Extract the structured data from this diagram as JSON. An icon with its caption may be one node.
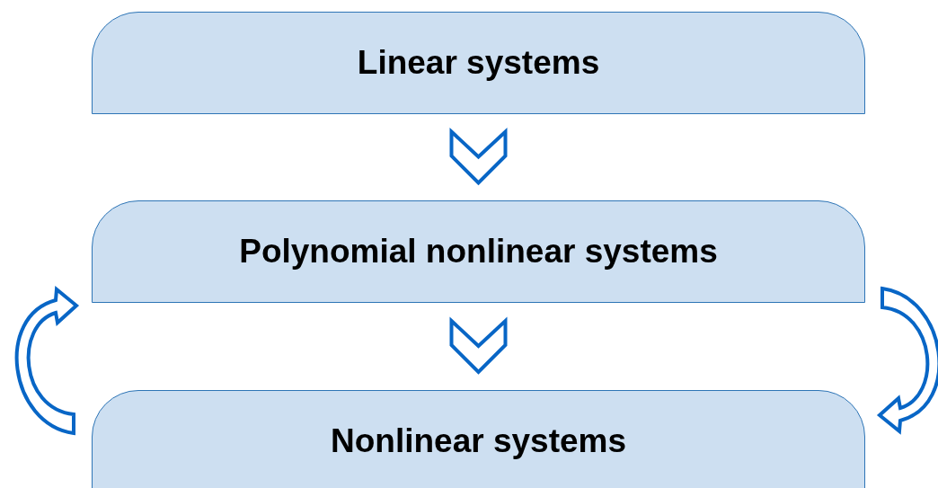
{
  "diagram": {
    "nodes": [
      {
        "text": [
          "Linear systems"
        ]
      },
      {
        "text": [
          "Polynomial nonlinear systems"
        ]
      },
      {
        "text": [
          "Nonlinear systems"
        ]
      }
    ],
    "edges": [
      {
        "from": 0,
        "to": 1,
        "arrow": "to"
      },
      {
        "from": 1,
        "to": 2,
        "arrow": "to"
      },
      {
        "from": 2,
        "to": 1,
        "arrow": "to"
      },
      {
        "from": 1,
        "to": 2,
        "arrow": "to"
      }
    ]
  }
}
